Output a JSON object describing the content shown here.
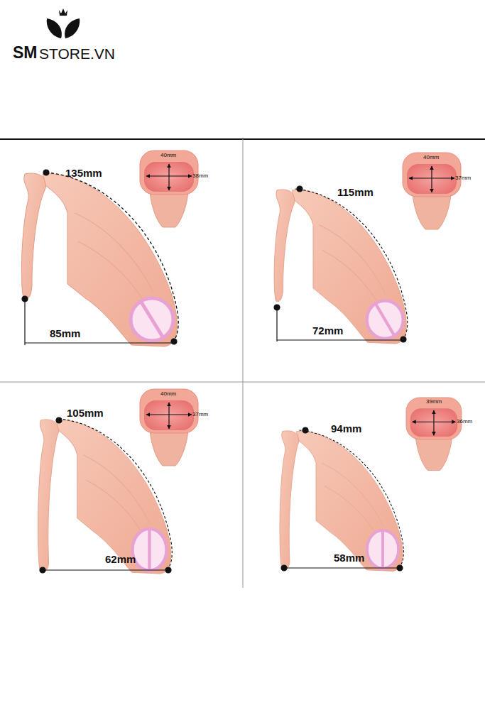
{
  "diagram": {
    "labels": [
      "SM",
      "STORE.VN",
      "135mm",
      "85mm",
      "40mm",
      "38mm",
      "115mm",
      "72mm",
      "40mm",
      "37mm",
      "105mm",
      "62mm",
      "40mm",
      "37mm",
      "94mm",
      "58mm",
      "39mm",
      "36mm"
    ]
  }
}
